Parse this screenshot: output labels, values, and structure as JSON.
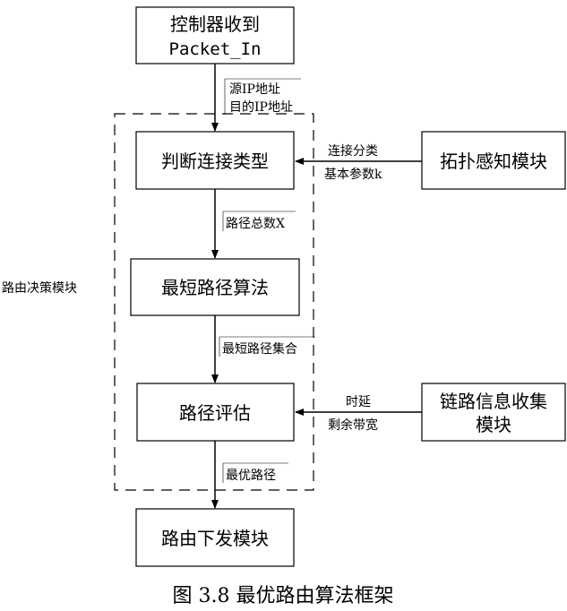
{
  "nodes": {
    "receive": {
      "line1": "控制器收到",
      "line2": "Packet_In"
    },
    "judge": {
      "label": "判断连接类型"
    },
    "shortest": {
      "label": "最短路径算法"
    },
    "evaluate": {
      "label": "路径评估"
    },
    "dispatch": {
      "label": "路由下发模块"
    },
    "topology": {
      "label": "拓扑感知模块"
    },
    "linkinfo": {
      "line1": "链路信息收集",
      "line2": "模块"
    }
  },
  "group": {
    "label": "路由决策模块"
  },
  "edges": {
    "receive_to_judge": {
      "line1": "源IP地址",
      "line2": "目的IP地址"
    },
    "judge_to_shortest": {
      "label": "路径总数X"
    },
    "shortest_to_evaluate": {
      "label": "最短路径集合"
    },
    "evaluate_to_dispatch": {
      "label": "最优路径"
    },
    "topology_to_judge": {
      "line1": "连接分类",
      "line2": "基本参数k"
    },
    "linkinfo_to_evaluate": {
      "line1": "时延",
      "line2": "剩余带宽"
    }
  },
  "caption": "图 3.8  最优路由算法框架"
}
